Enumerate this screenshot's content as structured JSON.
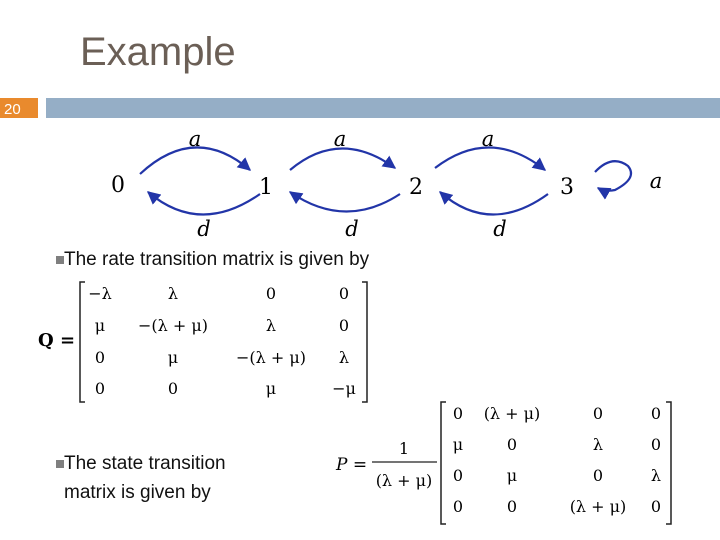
{
  "title": "Example",
  "slide_number": "20",
  "diagram": {
    "nodes": [
      "0",
      "1",
      "2",
      "3"
    ],
    "arrival_label": "a",
    "departure_label": "d"
  },
  "bullets": [
    {
      "text": "The rate transition matrix is given by"
    },
    {
      "line1": "The state transition",
      "line2": "matrix is given by"
    }
  ],
  "matrix_Q": {
    "name": "Q =",
    "rows": [
      [
        "−λ",
        "λ",
        "0",
        "0"
      ],
      [
        "μ",
        "−(λ + μ)",
        "λ",
        "0"
      ],
      [
        "0",
        "μ",
        "−(λ + μ)",
        "λ"
      ],
      [
        "0",
        "0",
        "μ",
        "−μ"
      ]
    ]
  },
  "matrix_P": {
    "name": "P =",
    "frac_num": "1",
    "frac_den": "(λ + μ)",
    "rows": [
      [
        "0",
        "(λ + μ)",
        "0",
        "0"
      ],
      [
        "μ",
        "0",
        "λ",
        "0"
      ],
      [
        "0",
        "μ",
        "0",
        "λ"
      ],
      [
        "0",
        "0",
        "(λ + μ)",
        "0"
      ]
    ]
  },
  "colors": {
    "title": "#6b5f56",
    "accent_orange": "#e98a2d",
    "accent_blue": "#95aec6",
    "arrow": "#2235a8"
  }
}
